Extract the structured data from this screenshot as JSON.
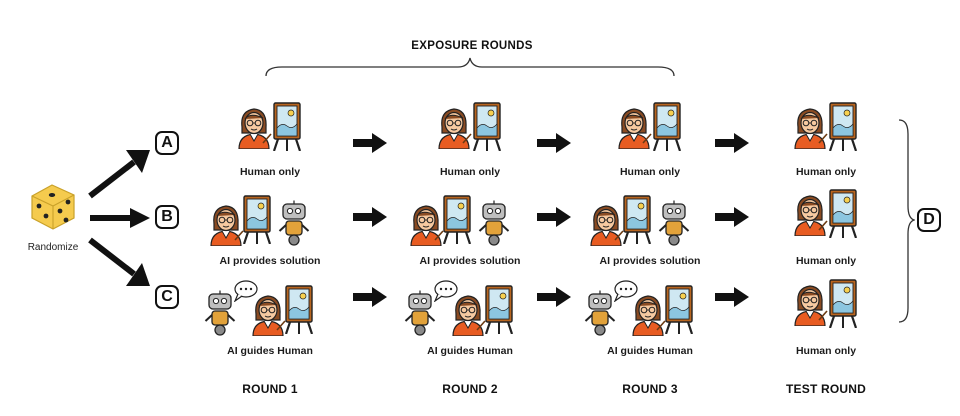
{
  "header": {
    "title": "EXPOSURE ROUNDS"
  },
  "randomize": {
    "label": "Randomize",
    "icon": "dice-icon"
  },
  "groups": [
    {
      "badge": "A",
      "captions": [
        "Human only",
        "Human only",
        "Human only",
        "Human only"
      ]
    },
    {
      "badge": "B",
      "captions": [
        "AI provides solution",
        "AI provides solution",
        "AI provides solution",
        "Human only"
      ]
    },
    {
      "badge": "C",
      "captions": [
        "AI guides Human",
        "AI guides Human",
        "AI guides Human",
        "Human only"
      ]
    }
  ],
  "merge_badge": "D",
  "rounds": [
    "ROUND 1",
    "ROUND 2",
    "ROUND 3",
    "TEST ROUND"
  ],
  "icons": {
    "human": "human-painter-icon",
    "easel": "easel-painting-icon",
    "robot": "robot-icon",
    "speech": "speech-bubble-icon",
    "arrow": "arrow-right-icon"
  },
  "colors": {
    "dice": "#f5cb4e",
    "jacket": "#e85c22",
    "hair": "#8a4b22",
    "robot": "#bfbfbf",
    "frame": "#b8651f",
    "canvas": "#cfe8f2"
  }
}
